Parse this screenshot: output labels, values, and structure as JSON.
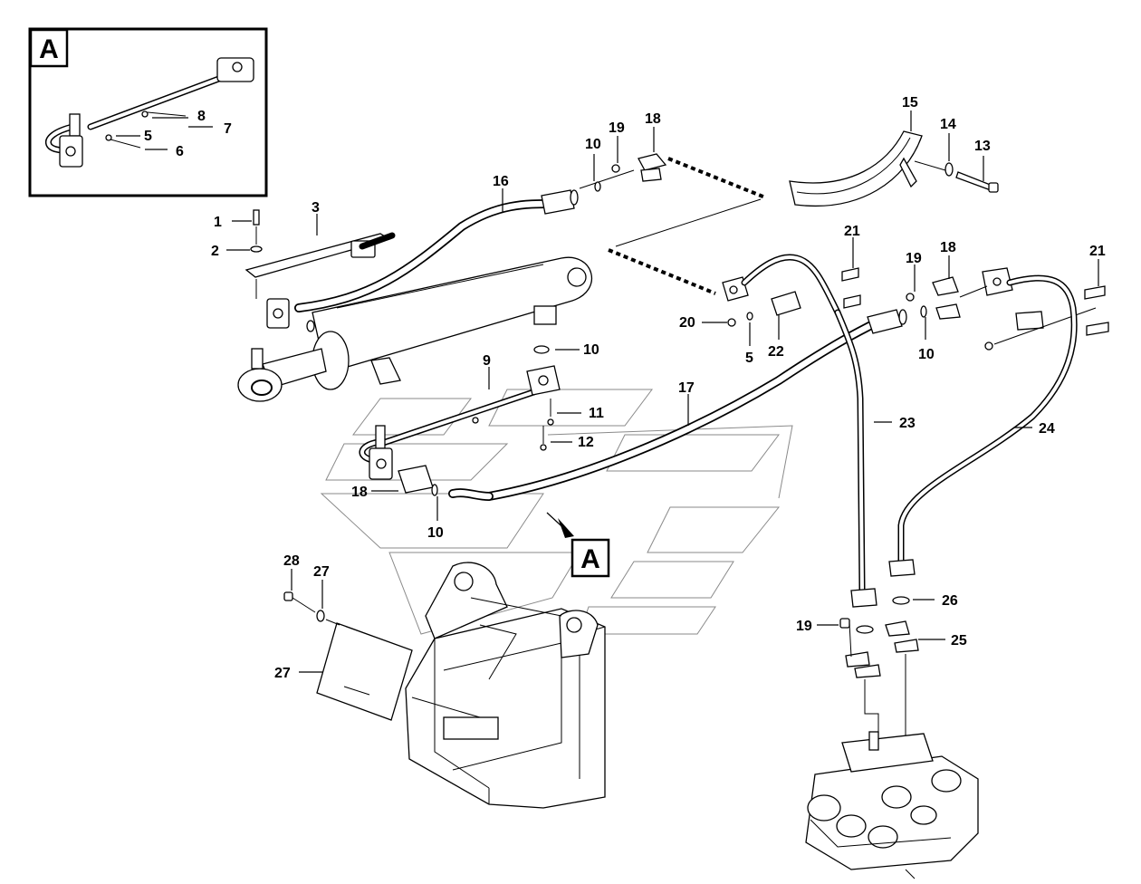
{
  "callout_box": {
    "label": "A"
  },
  "detail_pointer": {
    "label": "A"
  },
  "inset_labels": [
    "8",
    "7",
    "5",
    "6"
  ],
  "main_labels": [
    "1",
    "2",
    "3",
    "16",
    "10",
    "19",
    "18",
    "15",
    "14",
    "13",
    "21",
    "19",
    "18",
    "21",
    "20",
    "5",
    "22",
    "10",
    "10",
    "9",
    "11",
    "12",
    "17",
    "23",
    "24",
    "18",
    "10",
    "28",
    "27",
    "27",
    "26",
    "19",
    "25"
  ]
}
